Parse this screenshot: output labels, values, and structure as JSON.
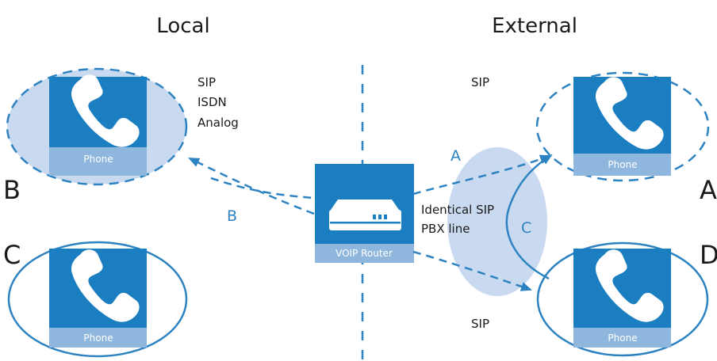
{
  "headings": {
    "local": "Local",
    "external": "External"
  },
  "phone_label": "Phone",
  "router_label": "VOIP Router",
  "local_phone_b": {
    "letter": "B",
    "protocols": [
      "SIP",
      "ISDN",
      "Analog"
    ]
  },
  "local_phone_c": {
    "letter": "C"
  },
  "external_phone_a": {
    "letter": "A",
    "protocol": "SIP"
  },
  "external_phone_d": {
    "letter": "D",
    "protocol": "SIP"
  },
  "connections": {
    "a": "A",
    "b": "B",
    "c": "C"
  },
  "shared_line_label": [
    "Identical SIP",
    "PBX line"
  ],
  "colors": {
    "phone_tile": "#1b7ec1",
    "phone_band": "#8fb6dd",
    "ellipse_fill": "#c9d9ef",
    "line": "#2d83c1"
  }
}
